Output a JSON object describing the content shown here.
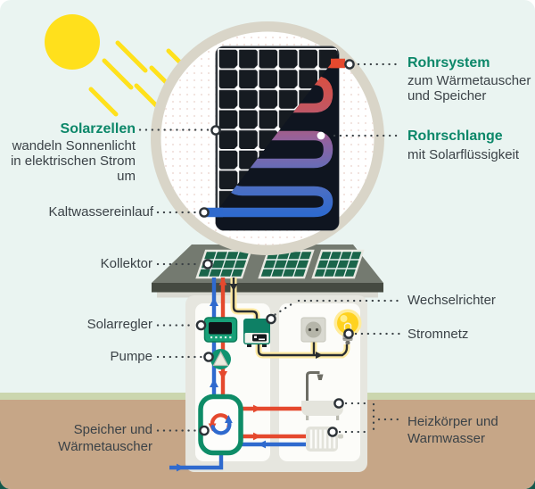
{
  "callouts": {
    "solarzellen": {
      "title": "Solarzellen",
      "desc_line1": "wandeln Sonnenlicht",
      "desc_line2": "in elektrischen Strom",
      "desc_line3": "um"
    },
    "kaltwassereinlauf": {
      "label": "Kaltwassereinlauf"
    },
    "kollektor": {
      "label": "Kollektor"
    },
    "solarregler": {
      "label": "Solarregler"
    },
    "pumpe": {
      "label": "Pumpe"
    },
    "speicher_waermetauscher": {
      "line1": "Speicher und",
      "line2": "Wärmetauscher"
    },
    "rohrsystem": {
      "title": "Rohrsystem",
      "desc_line1": "zum Wärmetauscher",
      "desc_line2": "und Speicher"
    },
    "rohrschlange": {
      "title": "Rohrschlange",
      "desc_line1": "mit Solarflüssigkeit"
    },
    "wechselrichter": {
      "label": "Wechselrichter"
    },
    "stromnetz": {
      "label": "Stromnetz"
    },
    "heizkoerper_warmwasser": {
      "line1": "Heizkörper und",
      "line2": "Warmwasser"
    }
  },
  "colors": {
    "accent_teal": "#0c8769",
    "text_dark": "#3b4247",
    "background_mint": "#eaf4f1",
    "ground_tan": "#c6a687",
    "grass_strip": "#cbd6ae",
    "sun_yellow": "#ffe01c",
    "pipe_hot_red": "#e5492e",
    "pipe_cold_blue": "#2f6ace",
    "collector_green": "#1a654a",
    "device_teal": "#0e8065",
    "panel_dark": "#161b21",
    "cable_glow_yellow": "#ffeaa2"
  }
}
